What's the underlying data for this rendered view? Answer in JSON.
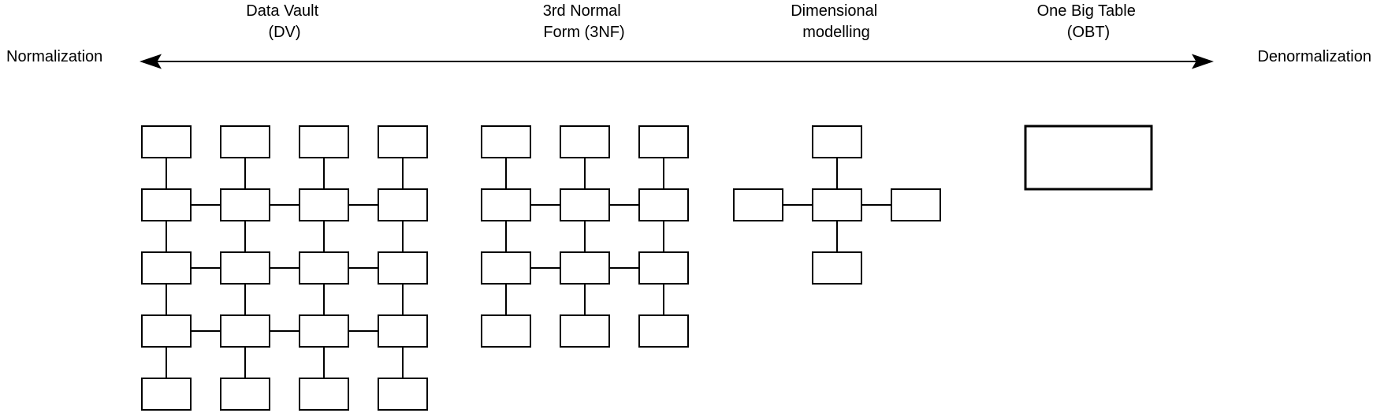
{
  "axis": {
    "left_label": "Normalization",
    "right_label": "Denormalization",
    "arrow_style": "double-headed"
  },
  "approaches": [
    {
      "id": "data-vault",
      "label_line1": "Data Vault",
      "label_line2": "(DV)",
      "schema": {
        "type": "grid",
        "columns": 4,
        "rows": 5,
        "horizontally_linked_rows": [
          2,
          3,
          4
        ],
        "box_count": 20
      }
    },
    {
      "id": "third-normal-form",
      "label_line1": "3rd Normal",
      "label_line2": "Form (3NF)",
      "schema": {
        "type": "grid",
        "columns": 3,
        "rows": 4,
        "horizontally_linked_rows": [
          2,
          3
        ],
        "box_count": 12
      }
    },
    {
      "id": "dimensional-modelling",
      "label_line1": "Dimensional",
      "label_line2": "modelling",
      "schema": {
        "type": "star",
        "satellite_count": 4,
        "box_count": 5
      }
    },
    {
      "id": "one-big-table",
      "label_line1": "One Big Table",
      "label_line2": "(OBT)",
      "schema": {
        "type": "single",
        "box_count": 1
      }
    }
  ],
  "colors": {
    "ink": "#000000",
    "box_fill": "#ffffff",
    "background": "#ffffff"
  }
}
